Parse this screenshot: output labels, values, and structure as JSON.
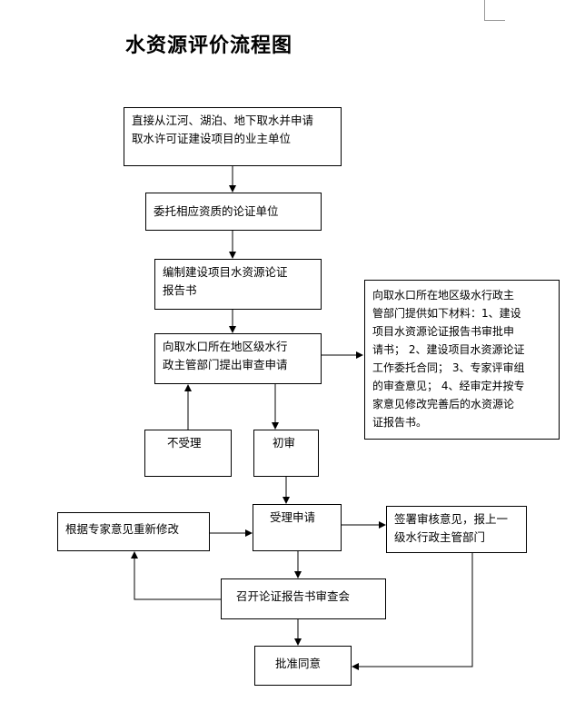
{
  "title": "水资源评价流程图",
  "nodes": {
    "applicant": "直接从江河、湖泊、地下取水并申请\n取水许可证建设项目的业主单位",
    "entrust": "委托相应资质的论证单位",
    "compile": "编制建设项目水资源论证\n报告书",
    "submit": "向取水口所在地区级水行\n政主管部门提出审查申请",
    "materials": "向取水口所在地区级水行政主\n管部门提供如下材料：1、建设\n项目水资源论证报告书审批申\n请书；  2、建设项目水资源论证\n工作委托合同；  3、专家评审组\n的审查意见；  4、经审定并按专\n家意见修改完善后的水资源论\n证报告书。",
    "reject": "不受理",
    "initial_review": "初审",
    "accept": "受理申请",
    "revise": "根据专家意见重新修改",
    "sign_opinion": "签署审核意见，报上一\n级水行政主管部门",
    "meeting": "召开论证报告书审查会",
    "approve": "批准同意"
  }
}
